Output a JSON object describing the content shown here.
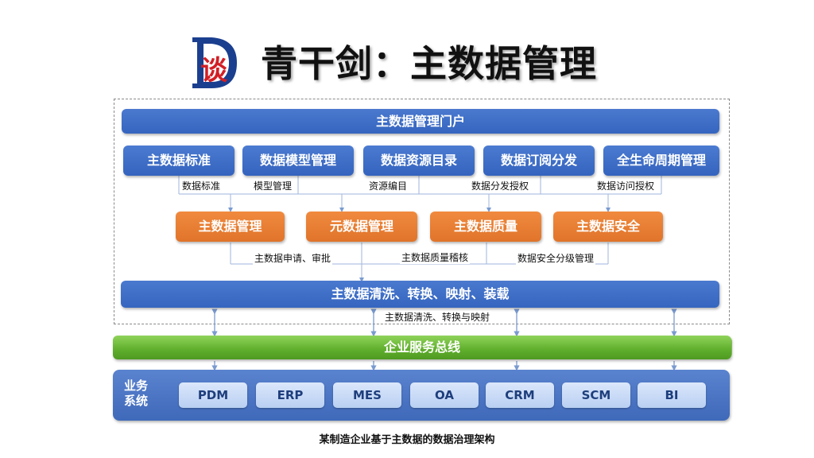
{
  "header": {
    "logo_letters": "D谈",
    "title": "青干剑：主数据管理"
  },
  "portal": {
    "label": "主数据管理门户"
  },
  "top_modules": [
    {
      "label": "主数据标准"
    },
    {
      "label": "数据模型管理"
    },
    {
      "label": "数据资源目录"
    },
    {
      "label": "数据订阅分发"
    },
    {
      "label": "全生命周期管理"
    }
  ],
  "top_links": {
    "standard": "数据标准",
    "model": "模型管理",
    "catalog": "资源编目",
    "distribute": "数据分发授权",
    "access": "数据访问授权"
  },
  "core_modules": [
    {
      "label": "主数据管理"
    },
    {
      "label": "元数据管理"
    },
    {
      "label": "主数据质量"
    },
    {
      "label": "主数据安全"
    }
  ],
  "core_links": {
    "apply": "主数据申请、审批",
    "quality": "主数据质量稽核",
    "security": "数据安全分级管理"
  },
  "cleansing": {
    "label": "主数据清洗、转换、映射、装载",
    "link_label": "主数据清洗、转换与映射"
  },
  "bus": {
    "label": "企业服务总线"
  },
  "business": {
    "label_line1": "业务",
    "label_line2": "系统",
    "systems": [
      {
        "label": "PDM"
      },
      {
        "label": "ERP"
      },
      {
        "label": "MES"
      },
      {
        "label": "OA"
      },
      {
        "label": "CRM"
      },
      {
        "label": "SCM"
      },
      {
        "label": "BI"
      }
    ]
  },
  "caption": "某制造企业基于主数据的数据治理架构",
  "colors": {
    "blue": "#3565bf",
    "orange": "#e0742a",
    "green": "#5fae2c",
    "logo_blue": "#1b3f8f",
    "logo_red": "#d21f26"
  }
}
